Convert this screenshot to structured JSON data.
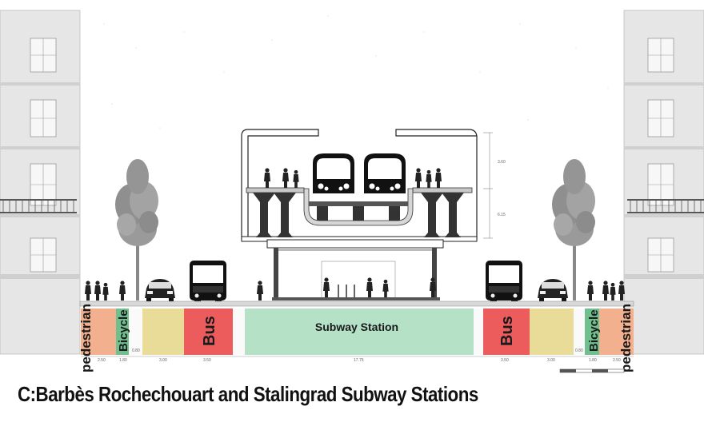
{
  "caption": "C:Barbès Rochechouart and Stalingrad Subway Stations",
  "lanes": {
    "pedestrian": "pedestrian",
    "bicycle": "Bicycle",
    "bus": "Bus",
    "subway": "Subway Station"
  },
  "dimensions": {
    "ped_width": "2.50",
    "bike_width": "1.80",
    "buffer_width": "0.80",
    "car_width": "3.00",
    "bus_width": "3.50",
    "station_width": "17.75",
    "upper_height": "3.60",
    "lower_height": "6.15"
  },
  "colors": {
    "pedestrian": "#f2b08f",
    "bicycle": "#6fbf8f",
    "car": "#e8dc98",
    "bus": "#ec5c5c",
    "subway": "#b5e2c6"
  }
}
